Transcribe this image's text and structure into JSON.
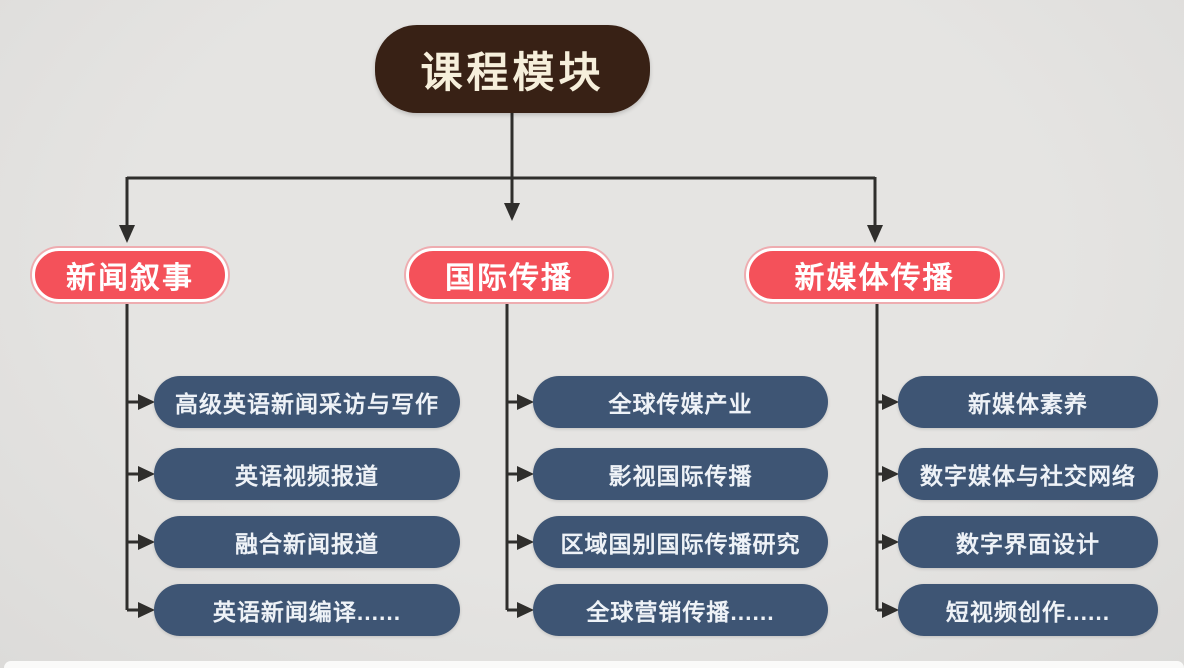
{
  "title": "课程模块",
  "modules": [
    {
      "name": "新闻叙事",
      "courses": [
        "高级英语新闻采访与写作",
        "英语视频报道",
        "融合新闻报道",
        "英语新闻编译......"
      ]
    },
    {
      "name": "国际传播",
      "courses": [
        "全球传媒产业",
        "影视国际传播",
        "区域国别国际传播研究",
        "全球营销传播......"
      ]
    },
    {
      "name": "新媒体传播",
      "courses": [
        "新媒体素养",
        "数字媒体与社交网络",
        "数字界面设计",
        "短视频创作......"
      ]
    }
  ],
  "colors": {
    "background": "#e5e4e2",
    "root_box": "#382115",
    "root_text": "#f6efdb",
    "module_box": "#f4515a",
    "module_border": "#ffffff",
    "module_ring": "#eeacb0",
    "module_text": "#ffffff",
    "course_box": "#3e5574",
    "course_text": "#eef2f7",
    "connector": "#2f2e2c"
  }
}
